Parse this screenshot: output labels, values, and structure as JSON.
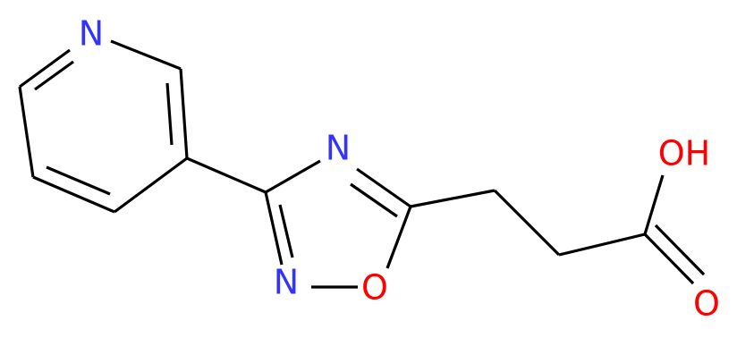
{
  "colors": {
    "bond": "#000000",
    "nitrogen": "#3333ff",
    "oxygen": "#ff0000",
    "background": "#ffffff"
  },
  "atoms": {
    "pyridine_n": "N",
    "oxadiazole_n4": "N",
    "oxadiazole_n2": "N",
    "oxadiazole_o1": "O",
    "hydroxyl_oh": "OH",
    "carbonyl_o": "O"
  }
}
